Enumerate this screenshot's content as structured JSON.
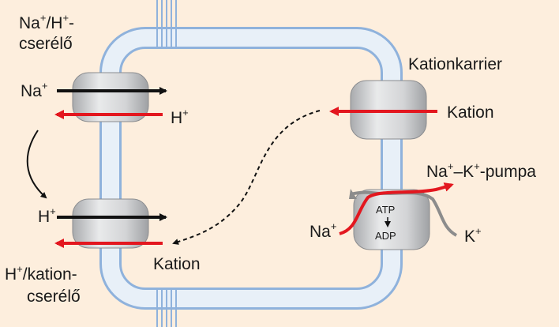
{
  "labels": {
    "exchanger_top_line1_a": "Na",
    "exchanger_top_line1_b": "+",
    "exchanger_top_line1_c": "/H",
    "exchanger_top_line1_d": "+",
    "exchanger_top_line1_e": "-",
    "exchanger_top_line2": "cserélő",
    "na_top": "Na",
    "na_top_sup": "+",
    "h_top": "H",
    "h_top_sup": "+",
    "h_bottom": "H",
    "h_bottom_sup": "+",
    "kation_bottom": "Kation",
    "exchanger_bottom_line1_a": "H",
    "exchanger_bottom_line1_b": "+",
    "exchanger_bottom_line1_c": "/kation-",
    "exchanger_bottom_line2": "cserélő",
    "carrier_title": "Kationkarrier",
    "kation_right": "Kation",
    "pump_a": "Na",
    "pump_b": "+",
    "pump_c": "–K",
    "pump_d": "+",
    "pump_e": "-pumpa",
    "na_pump": "Na",
    "na_pump_sup": "+",
    "k_pump": "K",
    "k_pump_sup": "+",
    "atp": "ATP",
    "adp": "ADP"
  },
  "colors": {
    "background": "#fdeedd",
    "membrane_fill": "#e6eef7",
    "membrane_edge": "#8fb2dc",
    "protein_fill": "#cfd0d2",
    "arrow_black": "#111111",
    "arrow_red": "#e3171f",
    "arrow_grey": "#8c8c8c"
  }
}
